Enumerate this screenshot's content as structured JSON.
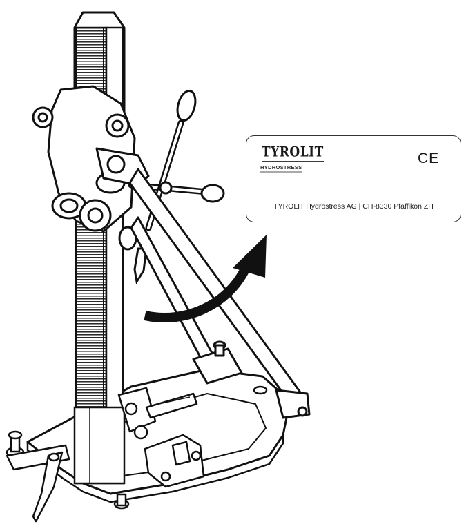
{
  "nameplate": {
    "brand": "TYROLIT",
    "sub_brand": "HYDROSTRESS",
    "certification": "CE",
    "address": "TYROLIT Hydrostress AG  |  CH-8330 Pfäffikon ZH"
  },
  "illustration": {
    "subject": "drill-stand",
    "pointer": "curved-arrow"
  }
}
